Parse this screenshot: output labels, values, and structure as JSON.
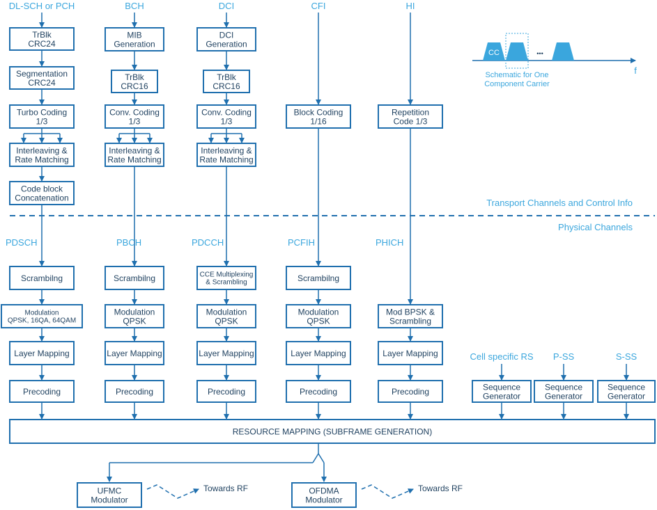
{
  "columns": {
    "dlsch": {
      "header": "DL-SCH or PCH",
      "transport": [
        [
          "TrBlk",
          "CRC24"
        ],
        [
          "Segmentation",
          "CRC24"
        ],
        [
          "Turbo Coding",
          "1/3"
        ],
        [
          "Interleaving &",
          "Rate Matching"
        ],
        [
          "Code block",
          "Concatenation"
        ]
      ],
      "phys_label": "PDSCH",
      "physical": [
        [
          "Scrambilng"
        ],
        [
          "Modulation",
          "QPSK, 16QA, 64QAM"
        ],
        [
          "Layer Mapping"
        ],
        [
          "Precoding"
        ]
      ]
    },
    "bch": {
      "header": "BCH",
      "transport": [
        [
          "MIB",
          "Generation"
        ],
        [
          "TrBlk",
          "CRC16"
        ],
        [
          "Conv. Coding",
          "1/3"
        ],
        [
          "Interleaving &",
          "Rate Matching"
        ]
      ],
      "phys_label": "PBCH",
      "physical": [
        [
          "Scrambilng"
        ],
        [
          "Modulation",
          "QPSK"
        ],
        [
          "Layer Mapping"
        ],
        [
          "Precoding"
        ]
      ]
    },
    "dci": {
      "header": "DCI",
      "transport": [
        [
          "DCI",
          "Generation"
        ],
        [
          "TrBlk",
          "CRC16"
        ],
        [
          "Conv. Coding",
          "1/3"
        ],
        [
          "Interleaving &",
          "Rate Matching"
        ]
      ],
      "phys_label": "PDCCH",
      "physical": [
        [
          "CCE Multiplexing",
          "& Scrambling"
        ],
        [
          "Modulation",
          "QPSK"
        ],
        [
          "Layer Mapping"
        ],
        [
          "Precoding"
        ]
      ]
    },
    "cfi": {
      "header": "CFI",
      "transport": [
        [
          "Block Coding",
          "1/16"
        ]
      ],
      "phys_label": "PCFIH",
      "physical": [
        [
          "Scrambilng"
        ],
        [
          "Modulation",
          "QPSK"
        ],
        [
          "Layer Mapping"
        ],
        [
          "Precoding"
        ]
      ]
    },
    "hi": {
      "header": "HI",
      "transport": [
        [
          "Repetition",
          "Code 1/3"
        ]
      ],
      "phys_label": "PHICH",
      "physical": [
        [
          "Mod BPSK &",
          "Scrambling"
        ],
        [
          "Layer Mapping"
        ],
        [
          "Precoding"
        ]
      ]
    }
  },
  "section_labels": {
    "transport": "Transport Channels and Control Info",
    "physical": "Physical Channels"
  },
  "signals": [
    {
      "label": "Cell specific RS",
      "box": [
        "Sequence",
        "Generator"
      ]
    },
    {
      "label": "P-SS",
      "box": [
        "Sequence",
        "Generator"
      ]
    },
    {
      "label": "S-SS",
      "box": [
        "Sequence",
        "Generator"
      ]
    }
  ],
  "resource_mapping": "RESOURCE MAPPING (SUBFRAME GENERATION)",
  "modulators": [
    {
      "box": [
        "UFMC",
        "Modulator"
      ],
      "towards": "Towards RF"
    },
    {
      "box": [
        "OFDMA",
        "Modulator"
      ],
      "towards": "Towards RF"
    }
  ],
  "schematic": {
    "cc_label": "CC",
    "dots": "•••",
    "axis_label": "f",
    "caption": [
      "Schematic for One",
      "Component Carrier"
    ]
  },
  "colors": {
    "box_stroke": "#1f6fae",
    "box_text": "#1d3f5e",
    "accent_text": "#3aa6dd"
  }
}
